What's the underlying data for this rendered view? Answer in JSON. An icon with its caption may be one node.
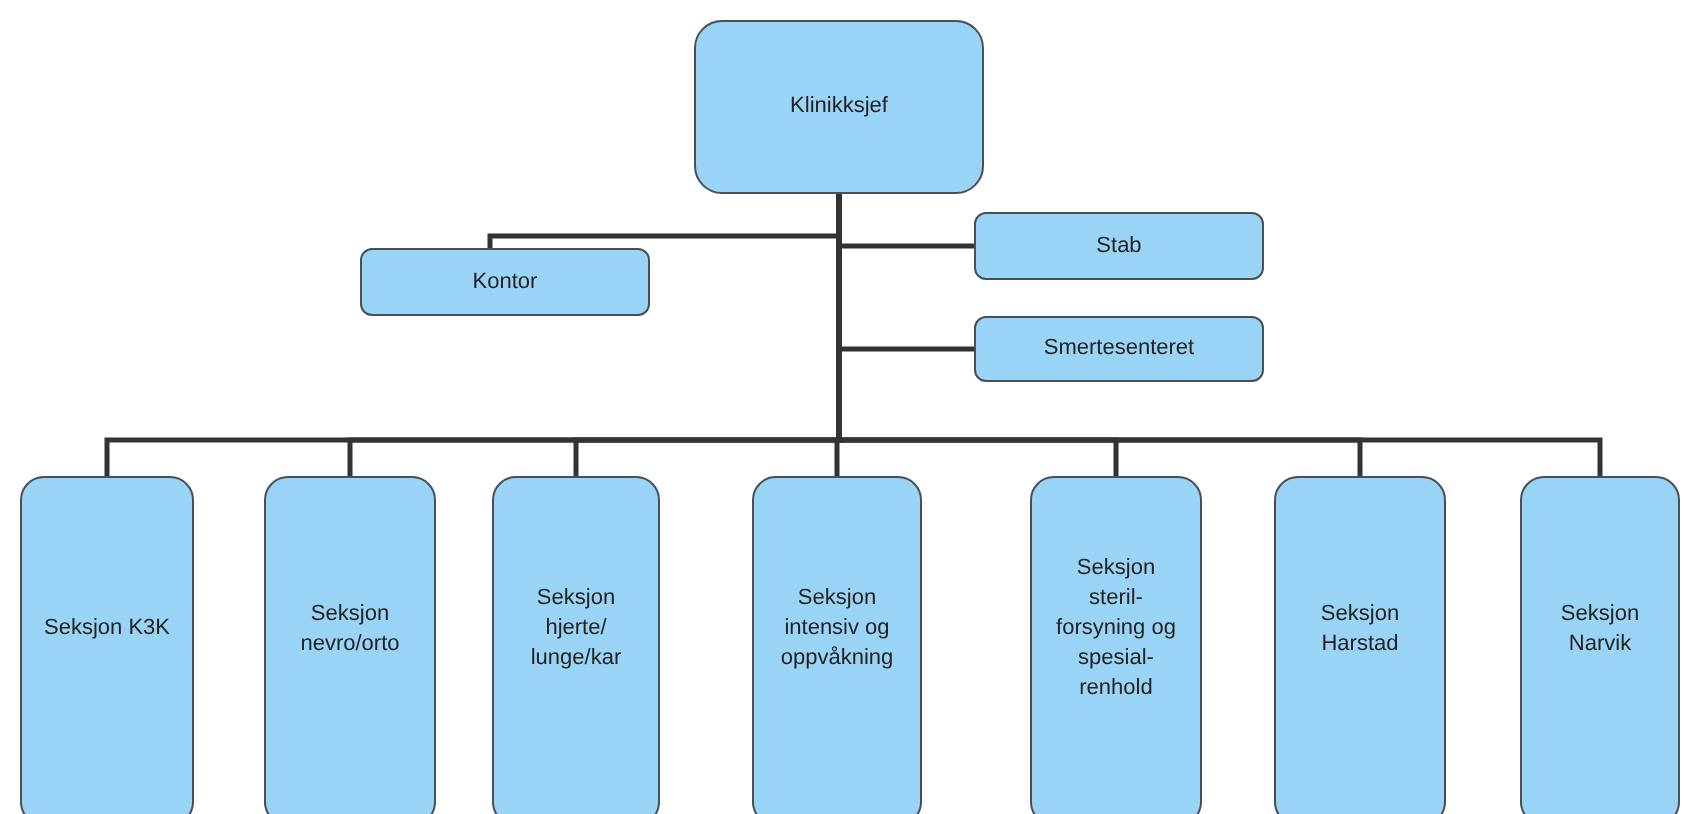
{
  "diagram": {
    "nodes": [
      {
        "text": [
          "Klinikksjef"
        ]
      },
      {
        "text": [
          "Stab"
        ]
      },
      {
        "text": [
          "Kontor"
        ]
      },
      {
        "text": [
          "Smertesenteret"
        ]
      },
      {
        "text": [
          "Seksjon K3K"
        ]
      },
      {
        "text": [
          "Seksjon nevro/orto"
        ]
      },
      {
        "text": [
          "Seksjon hjerte/ lunge/kar"
        ]
      },
      {
        "text": [
          "Seksjon intensiv og oppvåkning"
        ]
      },
      {
        "text": [
          "Seksjon steril- forsyning og spesial- renhold"
        ]
      },
      {
        "text": [
          "Seksjon Harstad"
        ]
      },
      {
        "text": [
          "Seksjon Narvik"
        ]
      }
    ],
    "edges": [
      {
        "from": 0,
        "to": 1,
        "arrow": "none"
      },
      {
        "from": 0,
        "to": 2,
        "arrow": "none"
      },
      {
        "from": 0,
        "to": 3,
        "arrow": "none"
      },
      {
        "from": 0,
        "to": 4,
        "arrow": "none"
      },
      {
        "from": 0,
        "to": 5,
        "arrow": "none"
      },
      {
        "from": 0,
        "to": 6,
        "arrow": "none"
      },
      {
        "from": 0,
        "to": 7,
        "arrow": "none"
      },
      {
        "from": 0,
        "to": 8,
        "arrow": "none"
      },
      {
        "from": 0,
        "to": 9,
        "arrow": "none"
      },
      {
        "from": 0,
        "to": 10,
        "arrow": "none"
      }
    ]
  }
}
